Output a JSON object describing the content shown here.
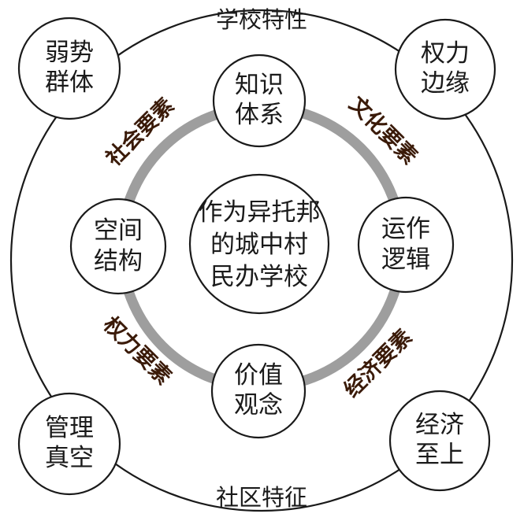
{
  "diagram": {
    "outer_top_label": "学校特性",
    "outer_bottom_label": "社区特征",
    "center": [
      "作为异托邦",
      "的城中村",
      "民办学校"
    ],
    "inner_nodes": {
      "top": [
        "知识",
        "体系"
      ],
      "left": [
        "空间",
        "结构"
      ],
      "right": [
        "运作",
        "逻辑"
      ],
      "bottom": [
        "价值",
        "观念"
      ]
    },
    "corner_nodes": {
      "top_left": [
        "弱势",
        "群体"
      ],
      "top_right": [
        "权力",
        "边缘"
      ],
      "bottom_left": [
        "管理",
        "真空"
      ],
      "bottom_right": [
        "经济",
        "至上"
      ]
    },
    "factors": {
      "social": "社会要素",
      "cultural": "文化要素",
      "power": "权力要素",
      "economic": "经济要素"
    },
    "colors": {
      "line": "#1a1a1a",
      "ring": "#9e9e9e",
      "factor_text": "#3a1a08"
    }
  }
}
